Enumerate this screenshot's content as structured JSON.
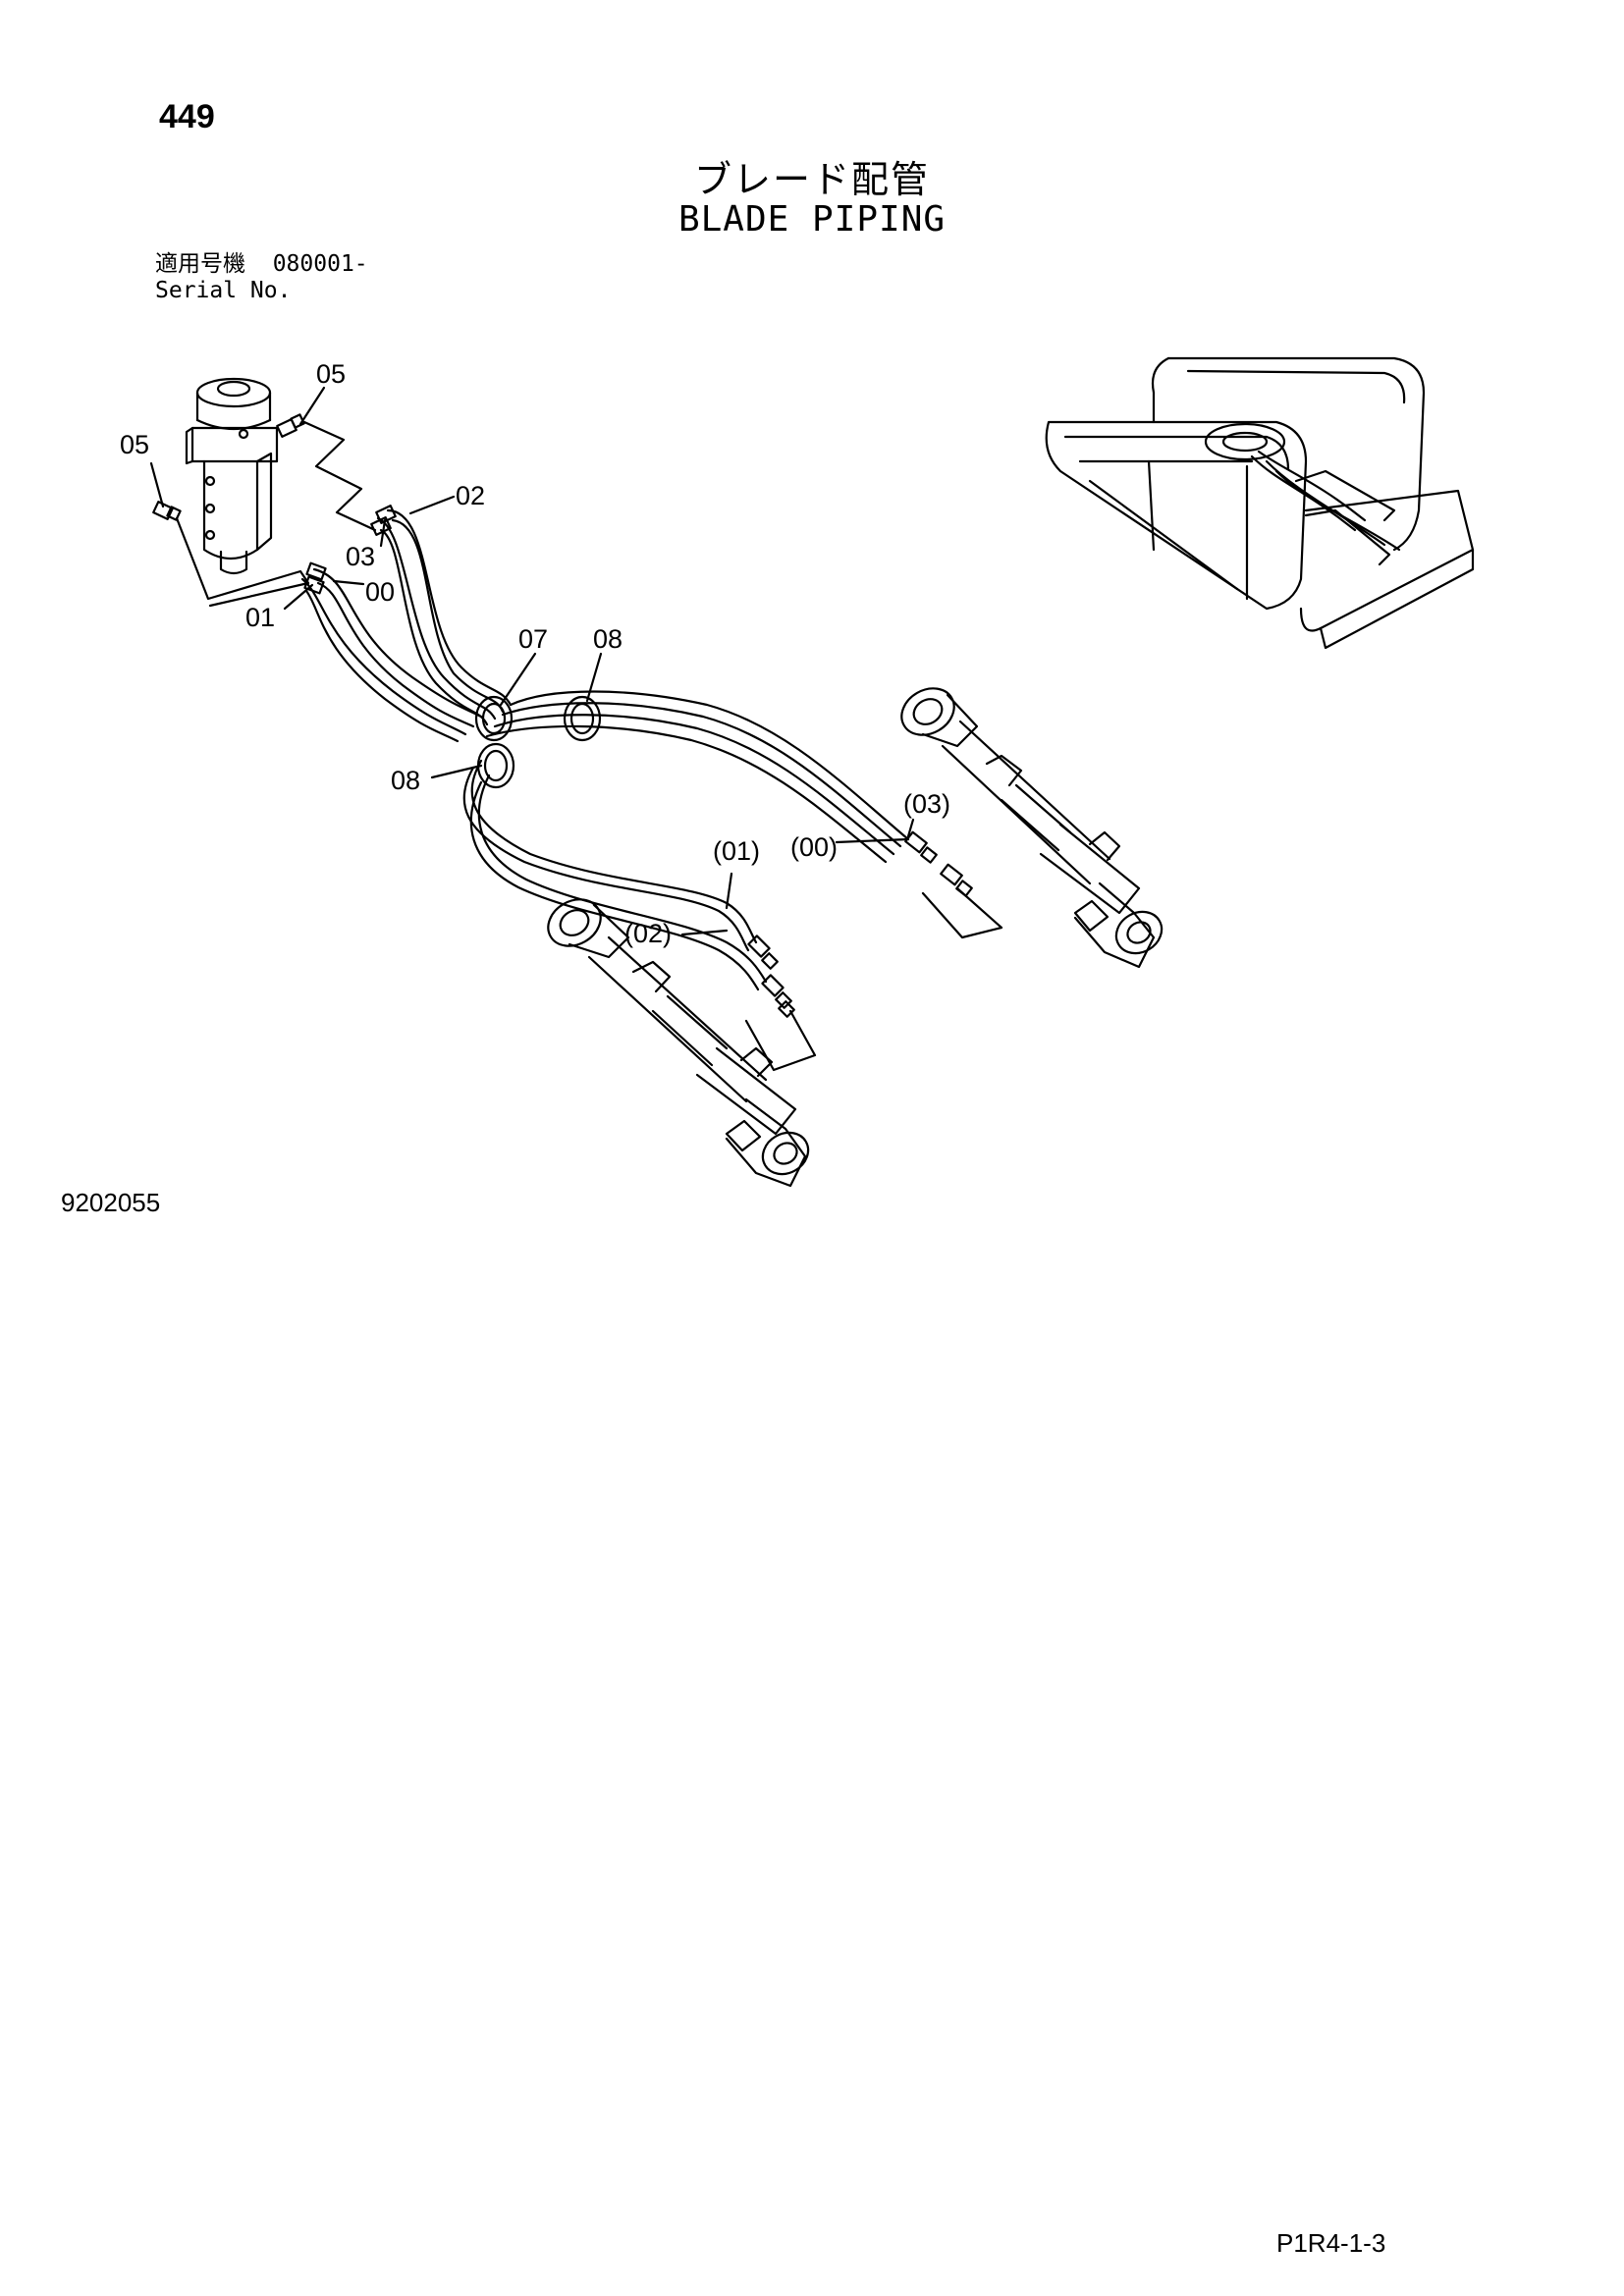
{
  "header": {
    "page_number": "449",
    "title_jp": "ブレード配管",
    "title_en": "BLADE PIPING",
    "serial_label_jp": "適用号機",
    "serial_value": "080001-",
    "serial_label_en": "Serial No."
  },
  "callouts": {
    "c05_top": "05",
    "c05_left": "05",
    "c02": "02",
    "c03": "03",
    "c00": "00",
    "c01": "01",
    "c07": "07",
    "c08_top": "08",
    "c08_left": "08",
    "c03_paren": "(03)",
    "c01_paren": "(01)",
    "c00_paren": "(00)",
    "c02_paren": "(02)"
  },
  "footer": {
    "figure_code": "9202055",
    "page_ref": "P1R4-1-3"
  }
}
